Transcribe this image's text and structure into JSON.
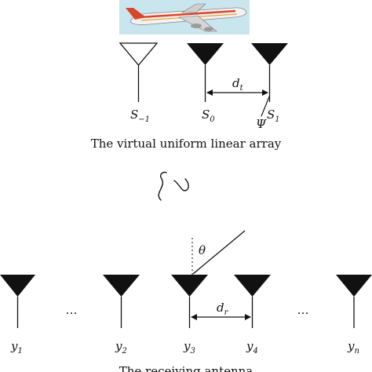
{
  "diagram": {
    "virtual_array": {
      "caption": "The virtual uniform linear array",
      "antennas": [
        {
          "name": "S",
          "sub": "−1",
          "virtual": true
        },
        {
          "name": "S",
          "sub": "0",
          "virtual": false
        },
        {
          "name": "S",
          "sub": "1",
          "virtual": false
        }
      ],
      "spacing_label": {
        "name": "d",
        "sub": "t"
      },
      "angle_label": "Ψ"
    },
    "receiver_array": {
      "caption": "The receiving antenna",
      "antennas": [
        {
          "name": "y",
          "sub": "1"
        },
        {
          "name": "y",
          "sub": "2"
        },
        {
          "name": "y",
          "sub": "3"
        },
        {
          "name": "y",
          "sub": "4"
        },
        {
          "name": "y",
          "sub": "n"
        }
      ],
      "ellipsis": "…",
      "spacing_label": {
        "name": "d",
        "sub": "r"
      },
      "angle_label": "θ"
    },
    "colors": {
      "sky": "#c9e6ee",
      "fuselage": "#f2f2f2",
      "stripe": "#d9472b",
      "ink": "#111111",
      "virtual_fill": "#ffffff"
    }
  }
}
